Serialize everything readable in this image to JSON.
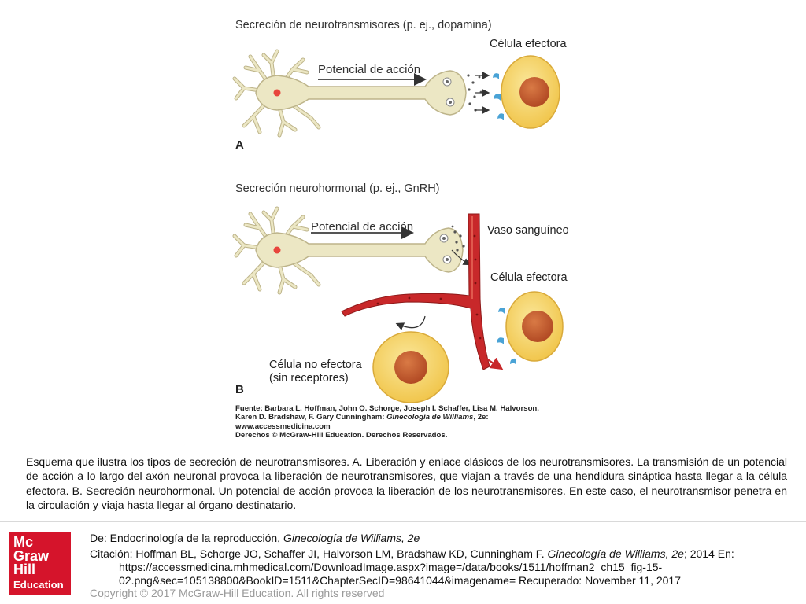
{
  "figure": {
    "panel_a": {
      "title": "Secreción de neurotransmisores (p. ej., dopamina)",
      "action_potential_label": "Potencial de acción",
      "effector_label": "Célula efectora",
      "letter": "A"
    },
    "panel_b": {
      "title": "Secreción neurohormonal (p. ej., GnRH)",
      "action_potential_label": "Potencial de acción",
      "vessel_label": "Vaso sanguíneo",
      "effector_label": "Célula efectora",
      "non_effector_line1": "Célula no efectora",
      "non_effector_line2": "(sin receptores)",
      "letter": "B"
    },
    "source": {
      "line1": "Fuente: Barbara L. Hoffman, John O. Schorge, Joseph I. Schaffer, Lisa M. Halvorson,",
      "line2_pre": "Karen D. Bradshaw, F. Gary Cunningham: ",
      "line2_book": "Ginecología de Williams",
      "line2_post": ", 2e:",
      "line3": "www.accessmedicina.com",
      "line4": "Derechos © McGraw-Hill Education. Derechos Reservados."
    }
  },
  "caption": "Esquema que ilustra los tipos de secreción de neurotransmisores. A. Liberación y enlace clásicos de los neurotransmisores. La transmisión de un potencial de acción a lo largo del axón neuronal provoca la liberación de neurotransmisores, que viajan a través de una hendidura sináptica hasta llegar a la célula efectora. B. Secreción neurohormonal. Un potencial de acción provoca la liberación de los neurotransmisores. En este caso, el neurotransmisor penetra en la circulación y viaja hasta llegar al órgano destinatario.",
  "footer": {
    "logo": {
      "line1": "Mc",
      "line2": "Graw",
      "line3": "Hill",
      "line4": "Education"
    },
    "from_prefix": "De: Endocrinología de la reproducción, ",
    "from_book": "Ginecología de Williams, 2e",
    "citation_prefix": "Citación: Hoffman BL, Schorge JO, Schaffer JI, Halvorson LM, Bradshaw KD, Cunningham F. ",
    "citation_book": "Ginecología de Williams, 2e",
    "citation_suffix": "; 2014 En:",
    "citation_line2": "https://accessmedicina.mhmedical.com/DownloadImage.aspx?image=/data/books/1511/hoffman2_ch15_fig-15-",
    "citation_line3": "02.png&sec=105138800&BookID=1511&ChapterSecID=98641044&imagename= Recuperado: November 11, 2017",
    "copyright": "Copyright © 2017 McGraw-Hill Education. All rights reserved"
  },
  "colors": {
    "neuron": "#ece7c4",
    "neuron_outline": "#bdb48a",
    "nucleus_red": "#e8453c",
    "cell_yellow": "#f7d66a",
    "cell_nucleus": "#c2562b",
    "vessel": "#c8282a",
    "receptor": "#4aa3d6",
    "logo_red": "#d5142b"
  }
}
